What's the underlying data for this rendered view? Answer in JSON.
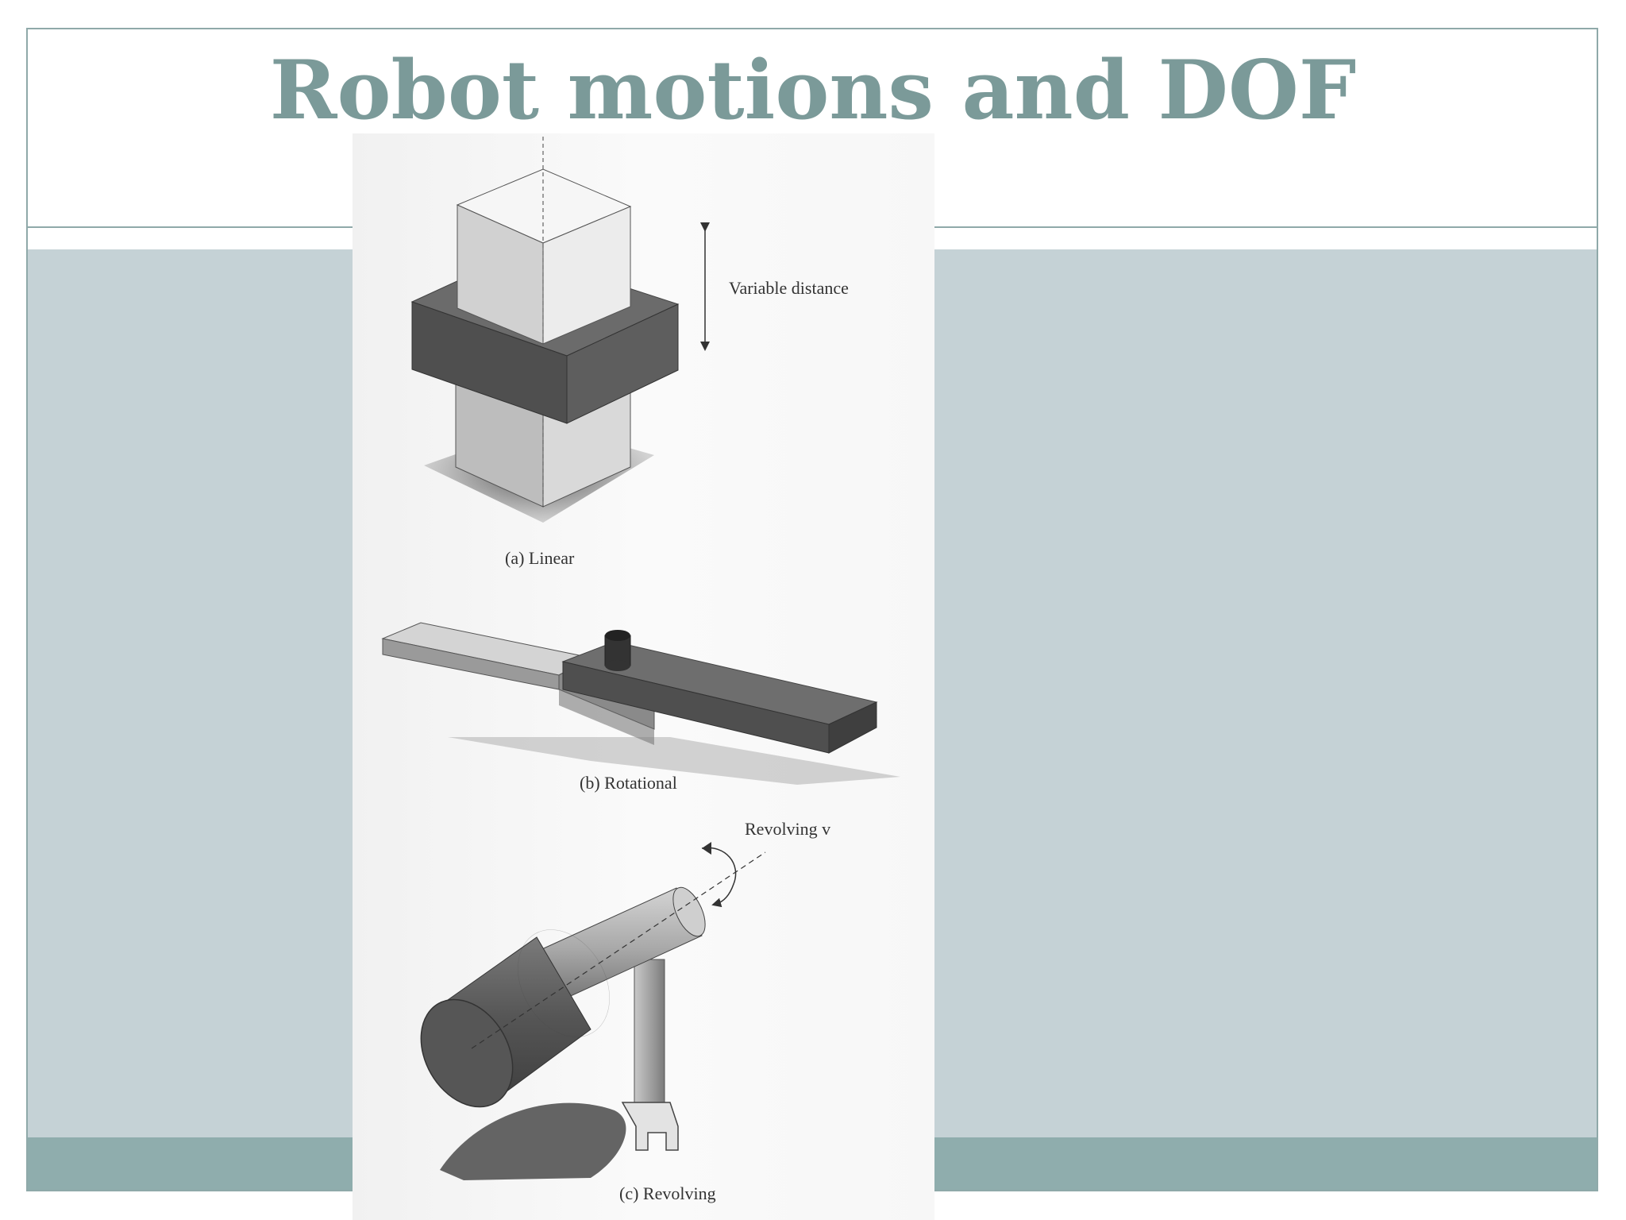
{
  "slide": {
    "title": "Robot motions and DOF"
  },
  "figure": {
    "panels": [
      {
        "caption": "(a) Linear",
        "annotation": "Variable distance"
      },
      {
        "caption": "(b) Rotational"
      },
      {
        "caption": "(c) Revolving",
        "annotation": "Revolving v"
      }
    ]
  }
}
